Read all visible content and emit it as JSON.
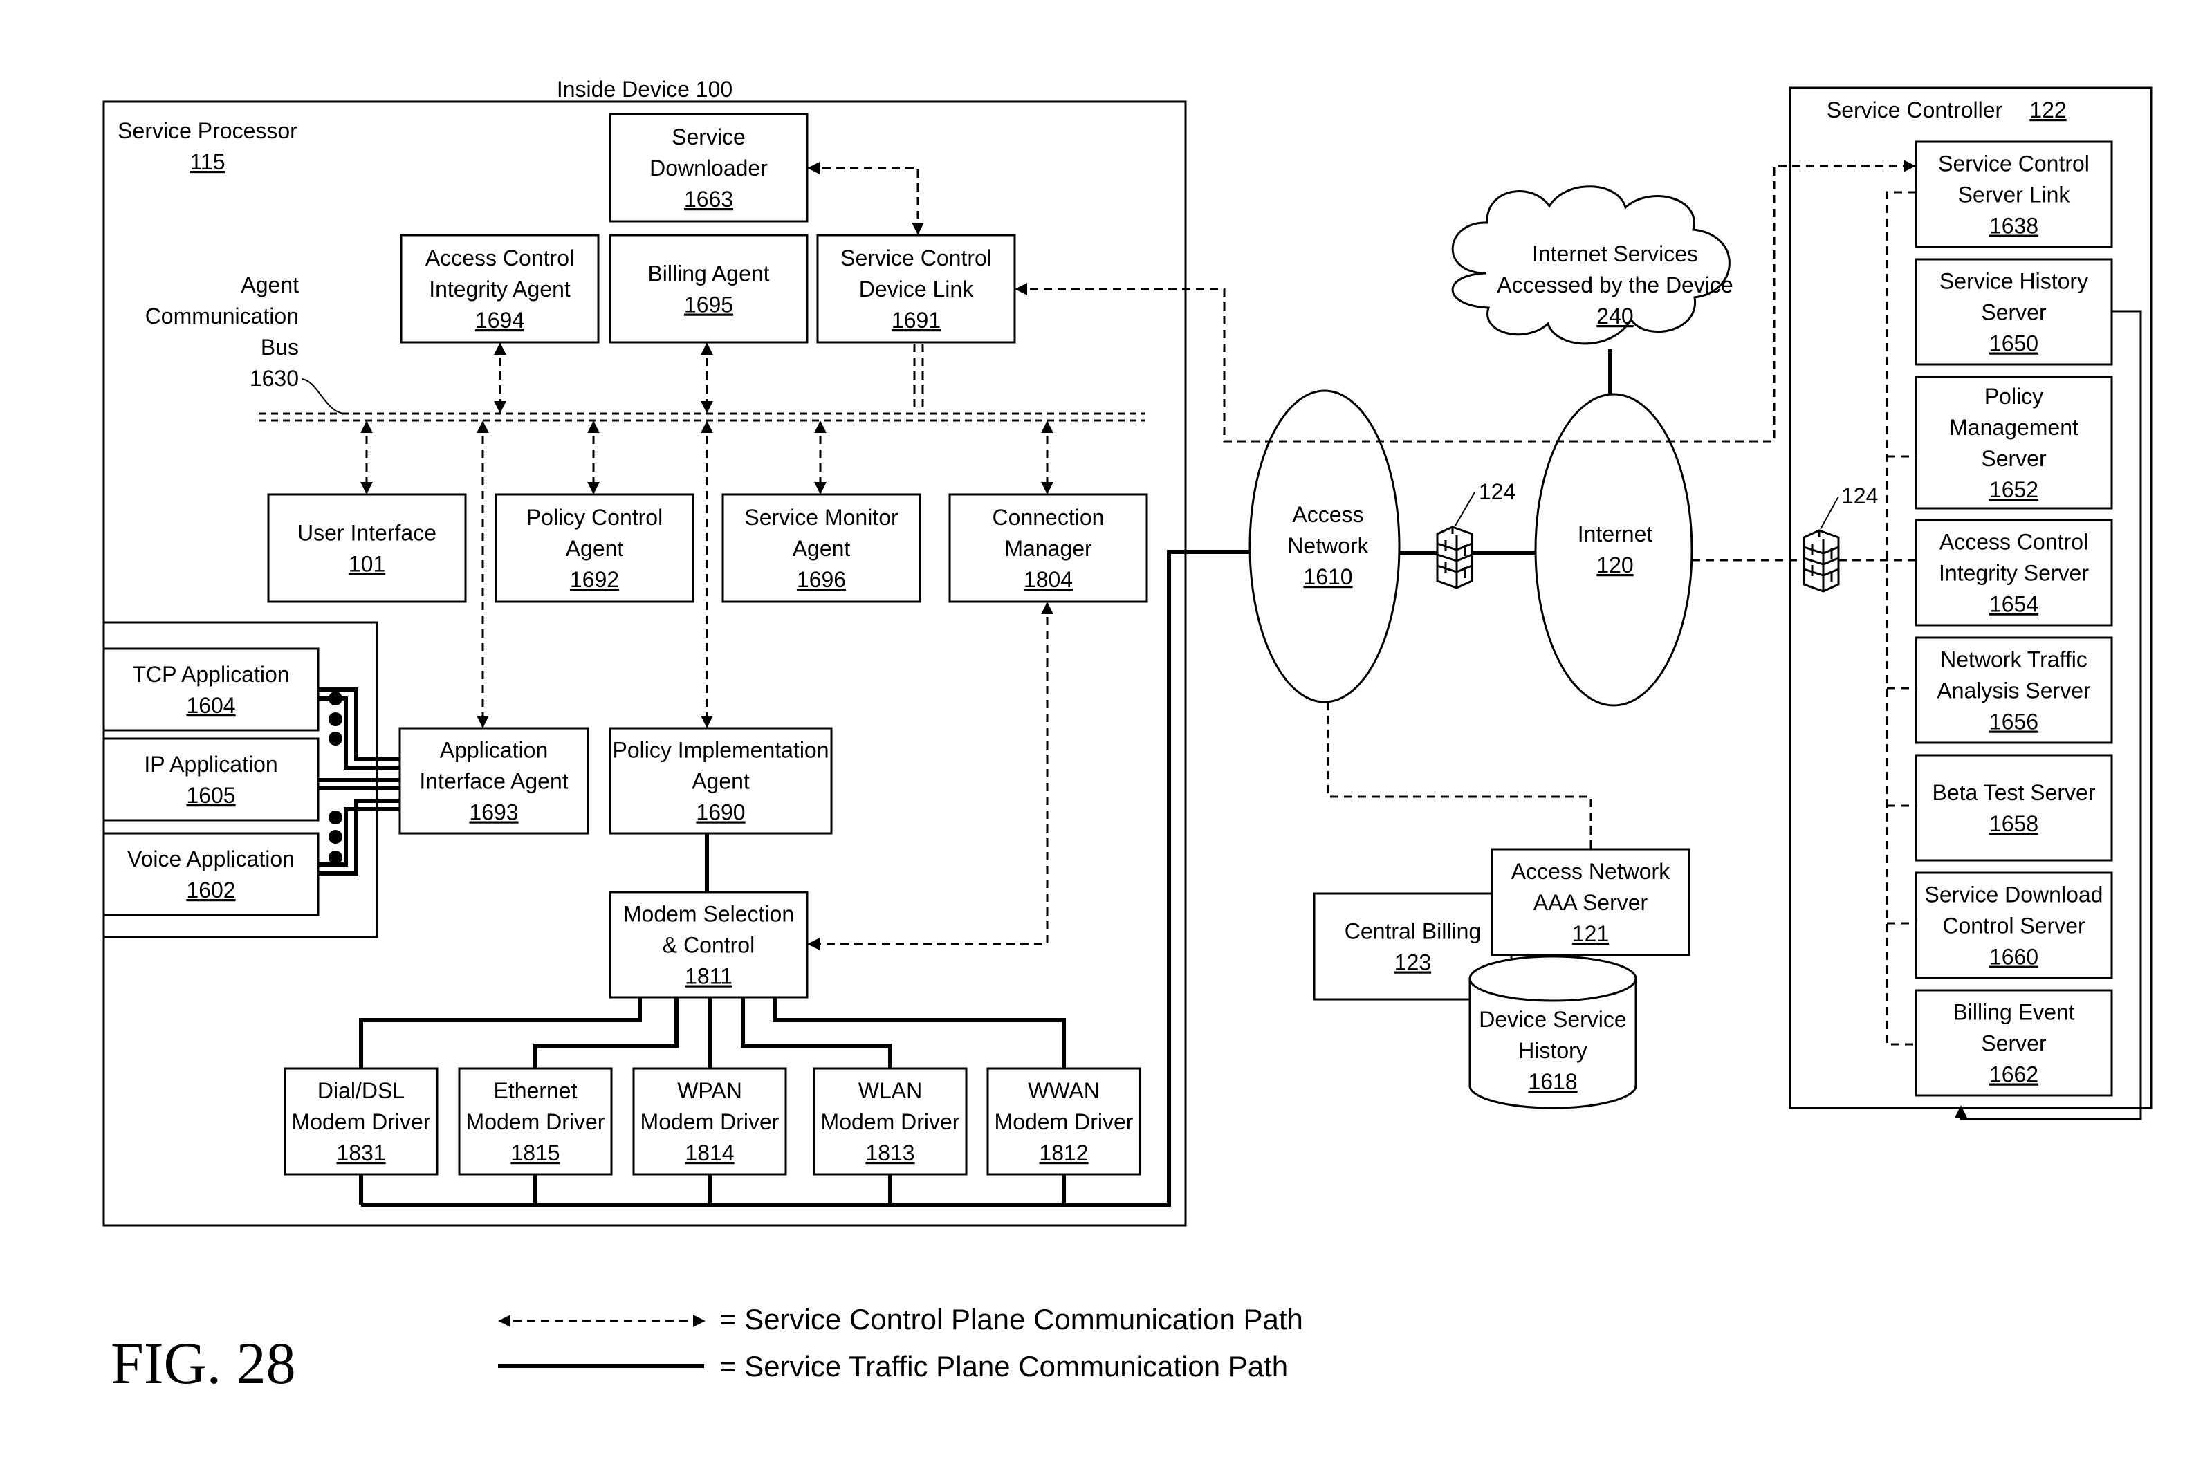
{
  "figure_label": "FIG. 28",
  "containers": {
    "inside_device": {
      "label": "Inside Device 100"
    },
    "service_processor": {
      "label": "Service Processor",
      "ref": "115"
    },
    "service_controller": {
      "label": "Service Controller",
      "ref": "122"
    }
  },
  "bus": {
    "lines": [
      "Agent",
      "Communication",
      "Bus"
    ],
    "ref": "1630"
  },
  "boxes": {
    "service_downloader": {
      "lines": [
        "Service",
        "Downloader"
      ],
      "ref": "1663"
    },
    "access_control_integrity_agent": {
      "lines": [
        "Access Control",
        "Integrity Agent"
      ],
      "ref": "1694"
    },
    "billing_agent": {
      "lines": [
        "Billing Agent"
      ],
      "ref": "1695"
    },
    "service_control_device_link": {
      "lines": [
        "Service Control",
        "Device Link"
      ],
      "ref": "1691"
    },
    "user_interface": {
      "lines": [
        "User Interface"
      ],
      "ref": "101"
    },
    "policy_control_agent": {
      "lines": [
        "Policy Control",
        "Agent"
      ],
      "ref": "1692"
    },
    "service_monitor_agent": {
      "lines": [
        "Service Monitor",
        "Agent"
      ],
      "ref": "1696"
    },
    "connection_manager": {
      "lines": [
        "Connection",
        "Manager"
      ],
      "ref": "1804"
    },
    "tcp_application": {
      "lines": [
        "TCP Application"
      ],
      "ref": "1604"
    },
    "ip_application": {
      "lines": [
        "IP Application"
      ],
      "ref": "1605"
    },
    "voice_application": {
      "lines": [
        "Voice Application"
      ],
      "ref": "1602"
    },
    "application_interface_agent": {
      "lines": [
        "Application",
        "Interface Agent"
      ],
      "ref": "1693"
    },
    "policy_implementation_agent": {
      "lines": [
        "Policy Implementation",
        "Agent"
      ],
      "ref": "1690"
    },
    "modem_selection_control": {
      "lines": [
        "Modem Selection",
        "& Control"
      ],
      "ref": "1811"
    },
    "dial_dsl_modem_driver": {
      "lines": [
        "Dial/DSL",
        "Modem Driver"
      ],
      "ref": "1831"
    },
    "ethernet_modem_driver": {
      "lines": [
        "Ethernet",
        "Modem Driver"
      ],
      "ref": "1815"
    },
    "wpan_modem_driver": {
      "lines": [
        "WPAN",
        "Modem Driver"
      ],
      "ref": "1814"
    },
    "wlan_modem_driver": {
      "lines": [
        "WLAN",
        "Modem Driver"
      ],
      "ref": "1813"
    },
    "wwan_modem_driver": {
      "lines": [
        "WWAN",
        "Modem Driver"
      ],
      "ref": "1812"
    },
    "access_network_aaa_server": {
      "lines": [
        "Access Network",
        "AAA Server"
      ],
      "ref": "121"
    },
    "central_billing": {
      "lines": [
        "Central Billing"
      ],
      "ref": "123"
    },
    "service_control_server_link": {
      "lines": [
        "Service Control",
        "Server Link"
      ],
      "ref": "1638"
    },
    "service_history_server": {
      "lines": [
        "Service History",
        "Server"
      ],
      "ref": "1650"
    },
    "policy_management_server": {
      "lines": [
        "Policy",
        "Management",
        "Server"
      ],
      "ref": "1652"
    },
    "access_control_integrity_server": {
      "lines": [
        "Access Control",
        "Integrity Server"
      ],
      "ref": "1654"
    },
    "network_traffic_analysis_server": {
      "lines": [
        "Network Traffic",
        "Analysis Server"
      ],
      "ref": "1656"
    },
    "beta_test_server": {
      "lines": [
        "Beta Test Server"
      ],
      "ref": "1658"
    },
    "service_download_control_server": {
      "lines": [
        "Service Download",
        "Control Server"
      ],
      "ref": "1660"
    },
    "billing_event_server": {
      "lines": [
        "Billing Event",
        "Server"
      ],
      "ref": "1662"
    }
  },
  "networks": {
    "access_network": {
      "lines": [
        "Access",
        "Network"
      ],
      "ref": "1610"
    },
    "internet": {
      "lines": [
        "Internet"
      ],
      "ref": "120"
    },
    "internet_services": {
      "lines": [
        "Internet Services",
        "Accessed by the Device"
      ],
      "ref": "240"
    }
  },
  "database": {
    "lines": [
      "Device Service",
      "History"
    ],
    "ref": "1618"
  },
  "firewalls": [
    {
      "ref": "124"
    },
    {
      "ref": "124"
    }
  ],
  "legend": {
    "control_plane": "= Service Control Plane Communication Path",
    "traffic_plane": "= Service Traffic Plane Communication Path"
  }
}
